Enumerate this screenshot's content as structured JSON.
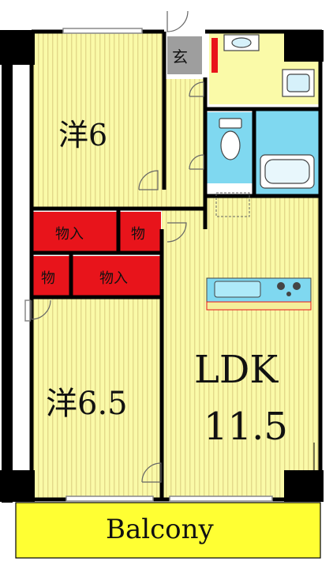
{
  "rooms": {
    "western_room_1": {
      "label": "洋6"
    },
    "western_room_2": {
      "label": "洋6.5"
    },
    "ldk": {
      "label_line1": "LDK",
      "label_line2": "11.5"
    },
    "entrance": {
      "label": "玄"
    },
    "balcony": {
      "label": "Balcony"
    }
  },
  "storage": {
    "label_full": "物入",
    "label_short": "物"
  },
  "colors": {
    "floor_yellow": "#fafaa8",
    "floor_stripe": "#e3d98a",
    "balcony": "#ffff33",
    "storage_red": "#e8141b",
    "water_blue": "#7fd8f0",
    "wall": "#000000",
    "entrance_gray": "#9e9e9e",
    "kitchen_panel": "#f4ef9a"
  },
  "icons": [
    "toilet-icon",
    "bathtub-icon",
    "sink-icon",
    "washbasin-icon",
    "stove-icon",
    "door-swing-icon"
  ]
}
